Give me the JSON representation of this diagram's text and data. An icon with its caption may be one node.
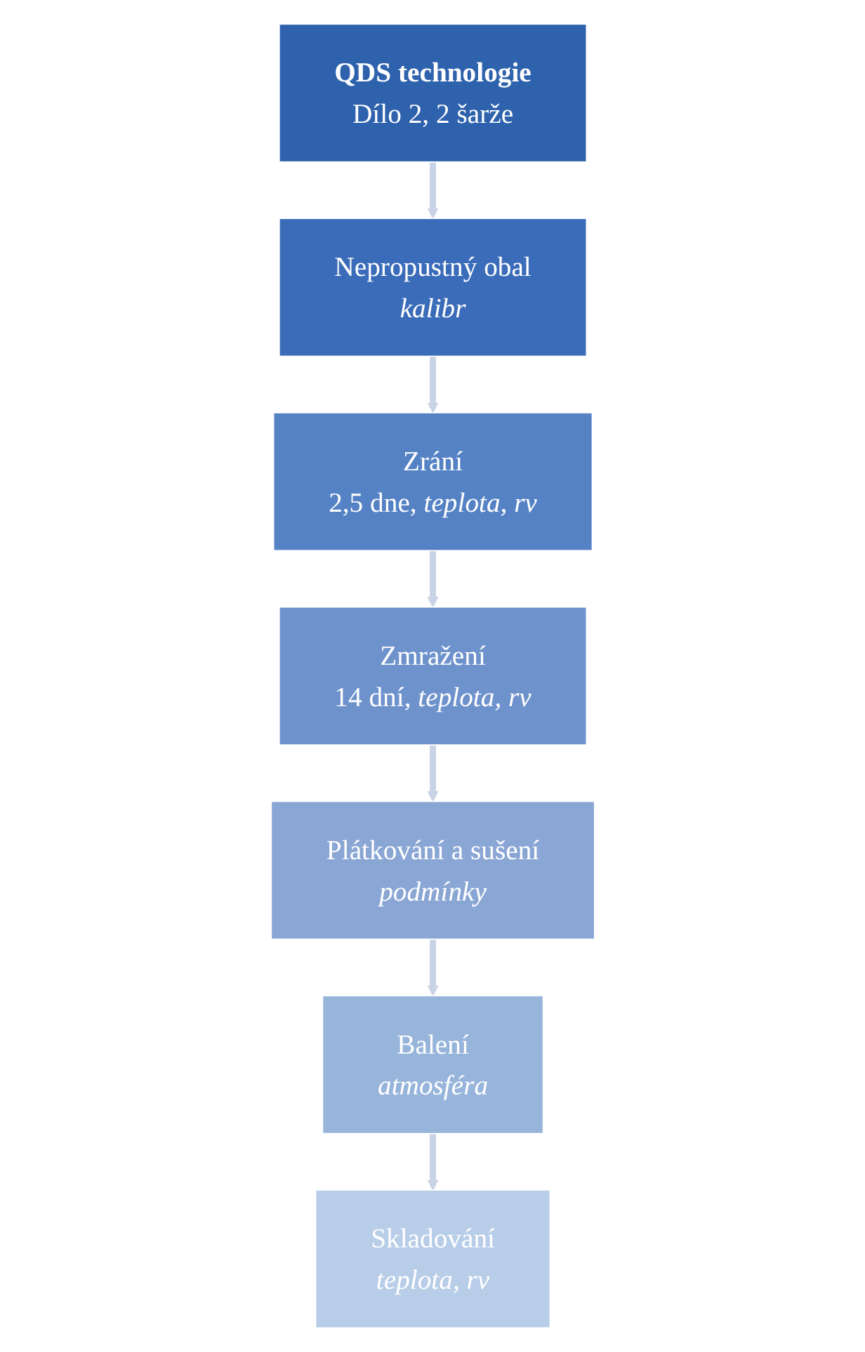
{
  "diagram": {
    "nodes": [
      {
        "text": [
          "QDS technologie",
          "Dílo 2, 2 šarže"
        ]
      },
      {
        "text": [
          "Nepropustný obal",
          "kalibr"
        ]
      },
      {
        "text": [
          "Zrání",
          "2,5 dne, *teplota, rv*"
        ]
      },
      {
        "text": [
          "Zmražení",
          "14 dní, *teplota, rv*"
        ]
      },
      {
        "text": [
          "Plátkování a sušení",
          "podmínky"
        ]
      },
      {
        "text": [
          "Balení",
          "atmosféra"
        ]
      },
      {
        "text": [
          "Skladování",
          "teplota, rv"
        ]
      }
    ],
    "edges": [
      {
        "from": 0,
        "to": 1,
        "arrow": "to"
      },
      {
        "from": 1,
        "to": 2,
        "arrow": "to"
      },
      {
        "from": 2,
        "to": 3,
        "arrow": "to"
      },
      {
        "from": 3,
        "to": 4,
        "arrow": "to"
      },
      {
        "from": 4,
        "to": 5,
        "arrow": "to"
      },
      {
        "from": 5,
        "to": 6,
        "arrow": "to"
      }
    ]
  }
}
